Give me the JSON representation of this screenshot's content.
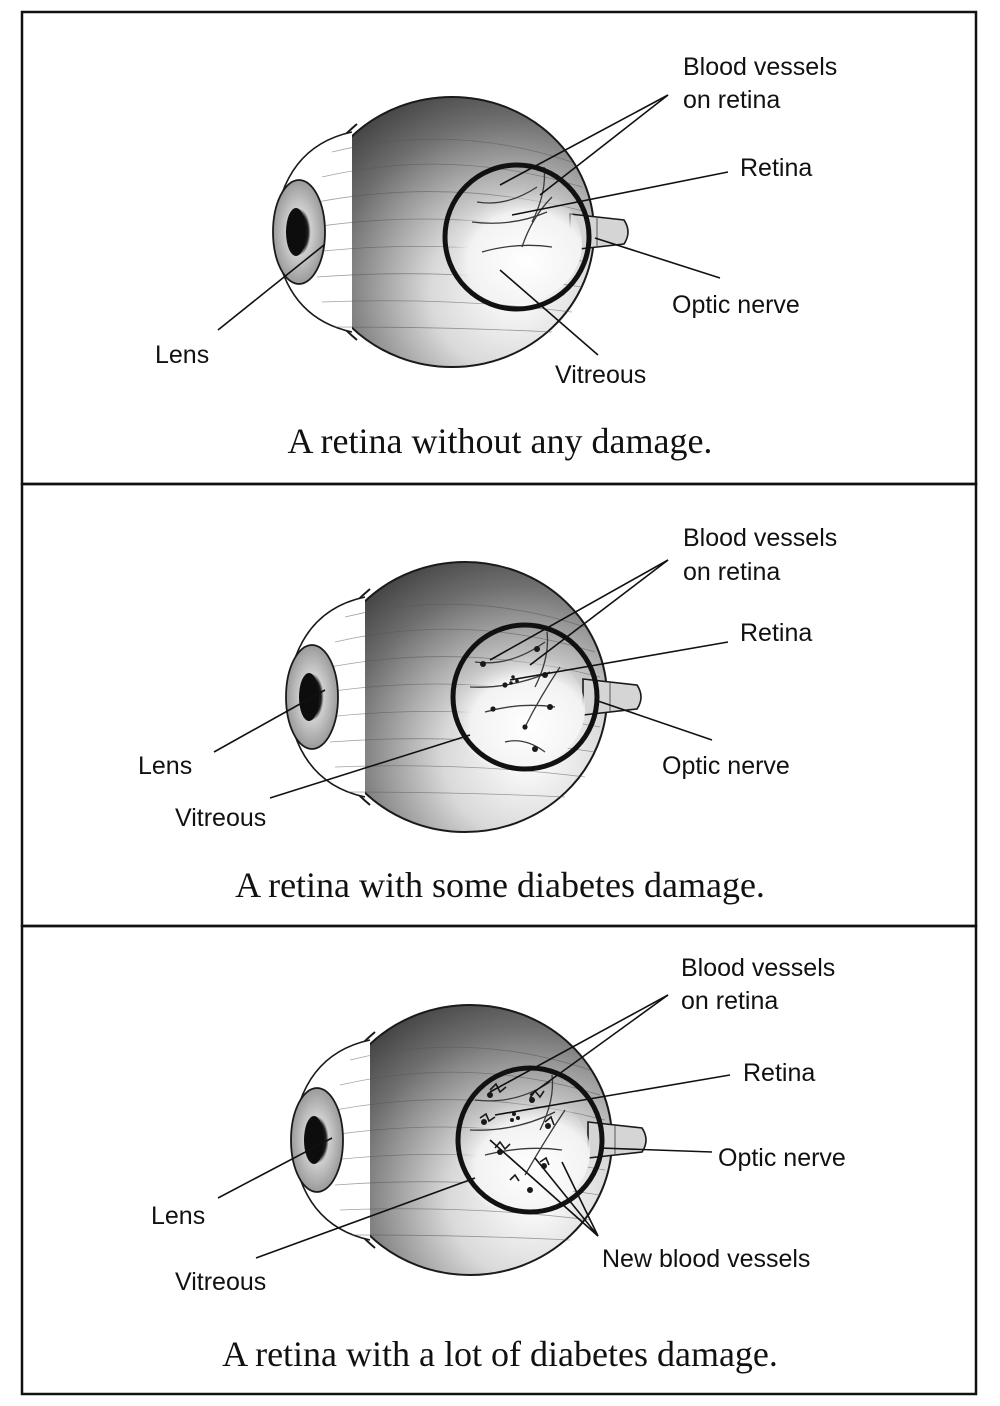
{
  "panels": [
    {
      "caption": "A retina without any damage.",
      "labels": {
        "blood_vessels": [
          "Blood vessels",
          "on retina"
        ],
        "retina": "Retina",
        "optic_nerve": "Optic nerve",
        "lens": "Lens",
        "vitreous": "Vitreous"
      }
    },
    {
      "caption": "A retina with some diabetes damage.",
      "labels": {
        "blood_vessels": [
          "Blood vessels",
          "on retina"
        ],
        "retina": "Retina",
        "optic_nerve": "Optic nerve",
        "lens": "Lens",
        "vitreous": "Vitreous"
      }
    },
    {
      "caption": "A retina with a lot of diabetes damage.",
      "labels": {
        "blood_vessels": [
          "Blood vessels",
          "on retina"
        ],
        "retina": "Retina",
        "optic_nerve": "Optic nerve",
        "lens": "Lens",
        "vitreous": "Vitreous",
        "new_blood_vessels": "New blood vessels"
      }
    }
  ]
}
